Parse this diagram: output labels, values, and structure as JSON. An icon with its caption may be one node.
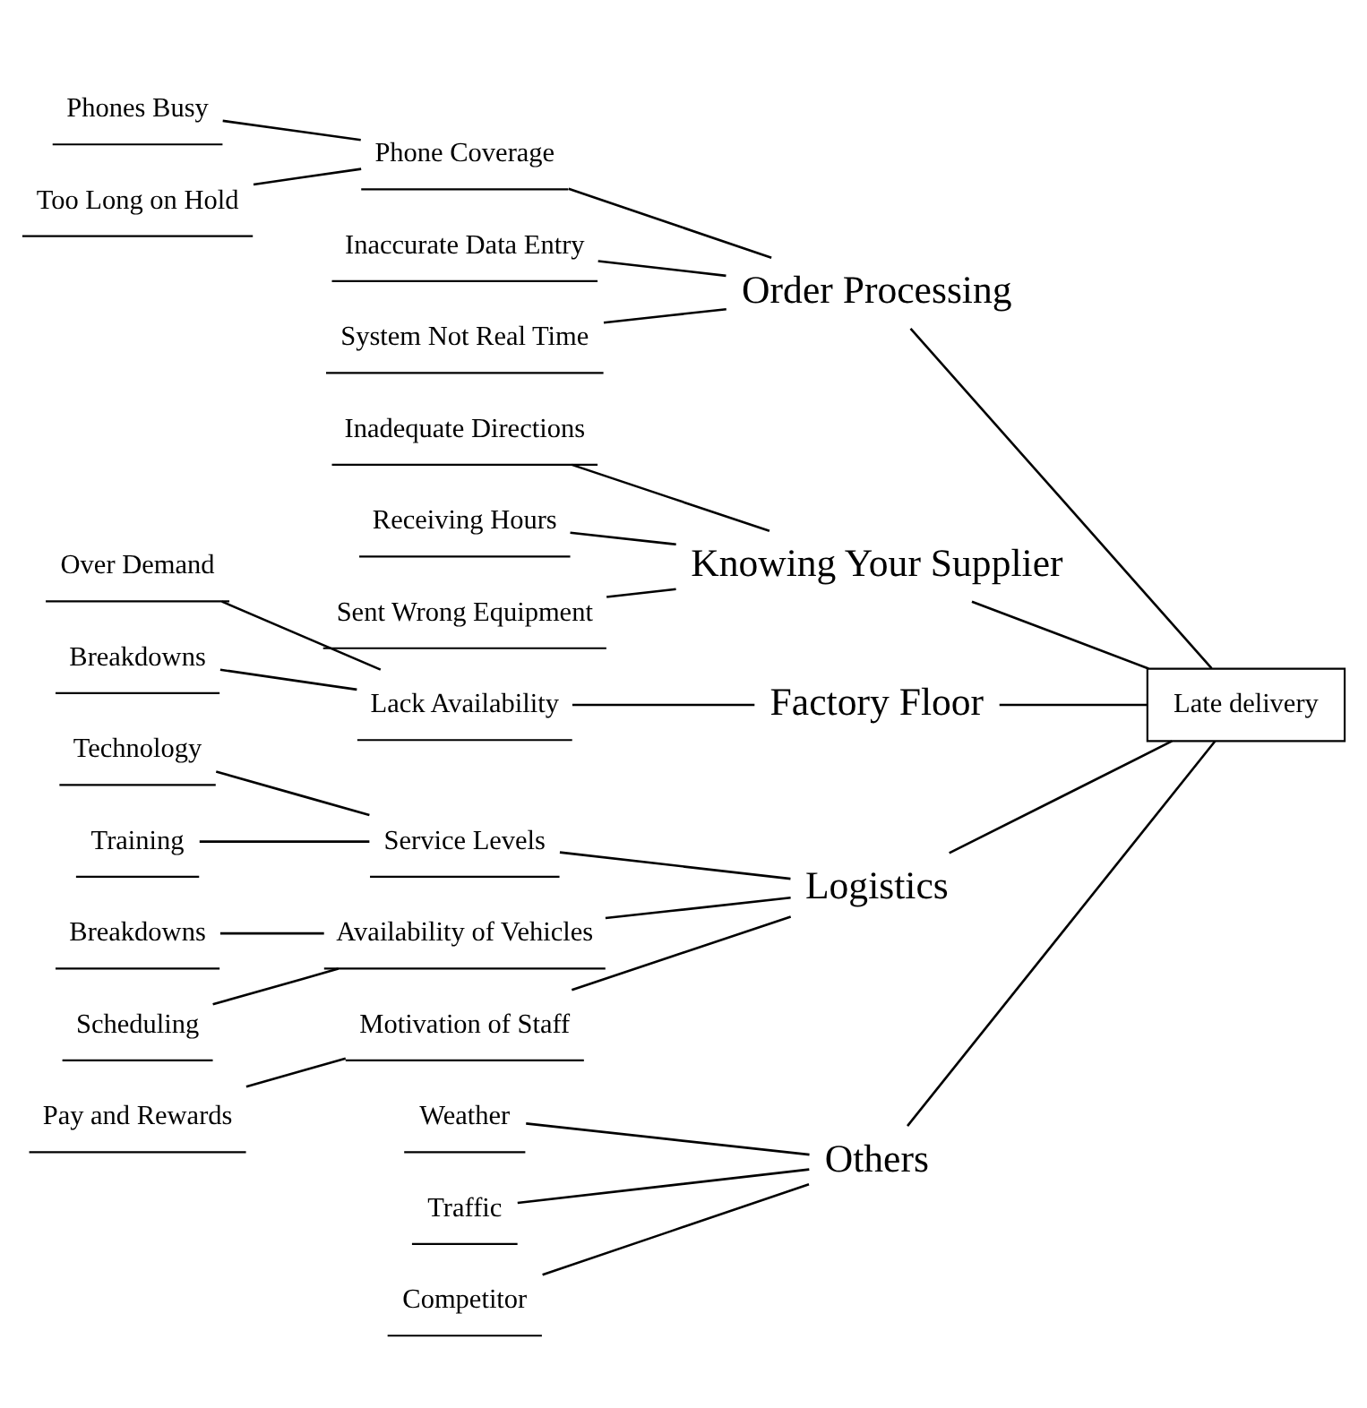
{
  "diagram": {
    "nodes": [
      {
        "text": [
          "Others"
        ]
      },
      {
        "text": [
          "Weather"
        ]
      },
      {
        "text": [
          "Traffic"
        ]
      },
      {
        "text": [
          "Competitor"
        ]
      },
      {
        "text": [
          "Order Processing"
        ]
      },
      {
        "text": [
          "Phone Coverage"
        ]
      },
      {
        "text": [
          "Phones Busy"
        ]
      },
      {
        "text": [
          "Too Long on Hold"
        ]
      },
      {
        "text": [
          "Inaccurate Data Entry"
        ]
      },
      {
        "text": [
          "System Not Real Time"
        ]
      },
      {
        "text": [
          "Knowing Your Supplier"
        ]
      },
      {
        "text": [
          "Inadequate Directions"
        ]
      },
      {
        "text": [
          "Receiving Hours"
        ]
      },
      {
        "text": [
          "Sent Wrong Equipment"
        ]
      },
      {
        "text": [
          "Late delivery"
        ]
      },
      {
        "text": [
          "Lack Availability"
        ]
      },
      {
        "text": [
          "Over Demand"
        ]
      },
      {
        "text": [
          "Breakdowns"
        ]
      },
      {
        "text": [
          "Service Levels"
        ]
      },
      {
        "text": [
          "Technology"
        ]
      },
      {
        "text": [
          "Training"
        ]
      },
      {
        "text": [
          "Availability of Vehicles"
        ]
      },
      {
        "text": [
          "Breakdowns"
        ]
      },
      {
        "text": [
          "Scheduling"
        ]
      },
      {
        "text": [
          "Motivation of Staff"
        ]
      },
      {
        "text": [
          "Pay and Rewards"
        ]
      },
      {
        "text": [
          "Factory Floor"
        ]
      },
      {
        "text": [
          "Logistics"
        ]
      }
    ],
    "edges": [
      {
        "from": 0,
        "to": 14,
        "arrow": "none"
      },
      {
        "from": 1,
        "to": 0,
        "arrow": "none"
      },
      {
        "from": 2,
        "to": 0,
        "arrow": "none"
      },
      {
        "from": 3,
        "to": 0,
        "arrow": "none"
      },
      {
        "from": 4,
        "to": 14,
        "arrow": "none"
      },
      {
        "from": 5,
        "to": 4,
        "arrow": "none"
      },
      {
        "from": 6,
        "to": 5,
        "arrow": "none"
      },
      {
        "from": 7,
        "to": 5,
        "arrow": "none"
      },
      {
        "from": 8,
        "to": 4,
        "arrow": "none"
      },
      {
        "from": 9,
        "to": 4,
        "arrow": "none"
      },
      {
        "from": 10,
        "to": 14,
        "arrow": "none"
      },
      {
        "from": 11,
        "to": 10,
        "arrow": "none"
      },
      {
        "from": 12,
        "to": 10,
        "arrow": "none"
      },
      {
        "from": 13,
        "to": 10,
        "arrow": "none"
      },
      {
        "from": 26,
        "to": 14,
        "arrow": "none"
      },
      {
        "from": 15,
        "to": 26,
        "arrow": "none"
      },
      {
        "from": 16,
        "to": 15,
        "arrow": "none"
      },
      {
        "from": 17,
        "to": 15,
        "arrow": "none"
      },
      {
        "from": 27,
        "to": 14,
        "arrow": "none"
      },
      {
        "from": 18,
        "to": 27,
        "arrow": "none"
      },
      {
        "from": 19,
        "to": 18,
        "arrow": "none"
      },
      {
        "from": 20,
        "to": 18,
        "arrow": "none"
      },
      {
        "from": 21,
        "to": 27,
        "arrow": "none"
      },
      {
        "from": 22,
        "to": 21,
        "arrow": "none"
      },
      {
        "from": 23,
        "to": 21,
        "arrow": "none"
      },
      {
        "from": 24,
        "to": 27,
        "arrow": "none"
      },
      {
        "from": 25,
        "to": 24,
        "arrow": "none"
      }
    ]
  }
}
